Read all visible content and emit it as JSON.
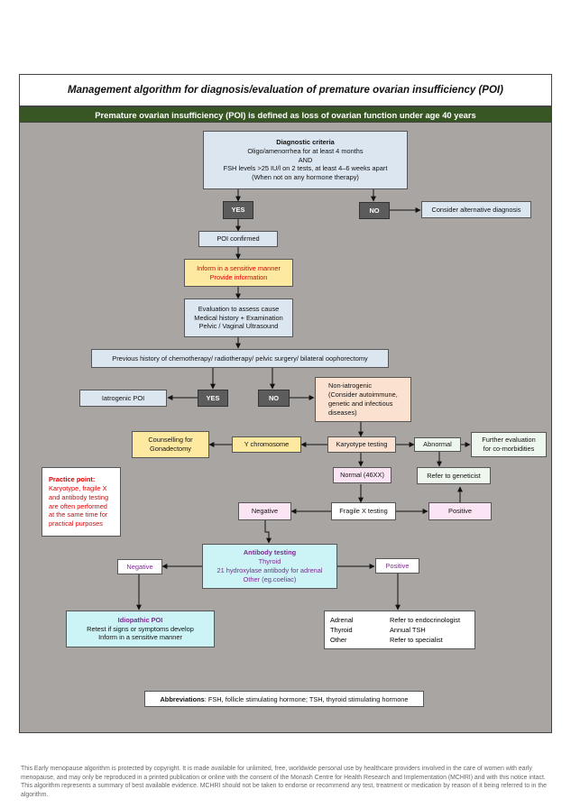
{
  "title": "Management algorithm for diagnosis/evaluation of premature ovarian insufficiency (POI)",
  "banner": "Premature ovarian insufficiency (POI) is defined as loss of ovarian function under age 40 years",
  "diagnostic": {
    "heading": "Diagnostic criteria",
    "line1": "Oligo/amenorrhea for at least 4 months",
    "line2": "AND",
    "line3": "FSH levels >25 IU/l on 2 tests, at least 4–6 weeks apart",
    "line4": "(When not on any hormone therapy)"
  },
  "yes1": "YES",
  "no1": "NO",
  "alt_diagnosis": "Consider alternative diagnosis",
  "poi_confirmed": "POI confirmed",
  "inform": {
    "line1": "Inform in a sensitive manner",
    "line2": "Provide information"
  },
  "evaluation": {
    "line1": "Evaluation to assess cause",
    "line2": "Medical history + Examination",
    "line3": "Pelvic / Vaginal Ultrasound"
  },
  "history": "Previous history of chemotherapy/ radiotherapy/ pelvic surgery/ bilateral oophorectomy",
  "iatrogenic": "Iatrogenic POI",
  "yes2": "YES",
  "no2": "NO",
  "non_iatrogenic": {
    "line1": "Non-iatrogenic",
    "line2": "(Consider autoimmune,",
    "line3": "genetic and infectious",
    "line4": "diseases)"
  },
  "counselling": {
    "line1": "Counselling for",
    "line2": "Gonadectomy"
  },
  "y_chromosome": "Y chromosome",
  "karyotype": "Karyotype testing",
  "abnormal": "Abnormal",
  "further_eval": {
    "line1": "Further evaluation",
    "line2": "for co-morbidities"
  },
  "practice_point": {
    "heading": "Practice point:",
    "line1": "Karyotype, fragile X",
    "line2": "and antibody testing",
    "line3": "are often performed",
    "line4": "at the same time for",
    "line5": "practical purposes"
  },
  "normal": "Normal (46XX)",
  "refer_geneticist": "Refer to geneticist",
  "negative1": "Negative",
  "fragile_x": "Fragile X testing",
  "positive1": "Positive",
  "antibody": {
    "heading": "Antibody testing",
    "line1": "Thyroid",
    "line2": "21 hydroxylase antibody for adrenal",
    "line3": "Other (eg.coeliac)"
  },
  "negative2": "Negative",
  "positive2": "Positive",
  "idiopathic": {
    "heading": "Idiopathic POI",
    "line1": "Retest if signs or symptoms develop",
    "line2": "Inform in a sensitive manner"
  },
  "referrals": [
    {
      "left": "Adrenal",
      "right": "Refer to endocrinologist"
    },
    {
      "left": "Thyroid",
      "right": "Annual TSH"
    },
    {
      "left": "Other",
      "right": "Refer to specialist"
    }
  ],
  "abbreviations": {
    "label": "Abbreviations",
    "text": ": FSH, follicle stimulating hormone; TSH, thyroid stimulating hormone"
  },
  "footer": "This Early menopause algorithm is protected by copyright. It is made available for unlimited, free, worldwide personal use by healthcare providers involved in the care of women with early menopause, and may only be reproduced in a printed publication or online with the consent of the Monash Centre for Health Research and Implementation (MCHRI) and with this notice intact. This algorithm represents a summary of best available evidence. MCHRI should not be taken to endorse or recommend any test, treatment or medication by reason of it being referred to in the algorithm.",
  "colors": {
    "banner": "#375623",
    "background": "#a9a5a3",
    "red_text": "#e00000",
    "purple_text": "#7b2a8f",
    "magenta_arrow": "#c83cc8"
  }
}
